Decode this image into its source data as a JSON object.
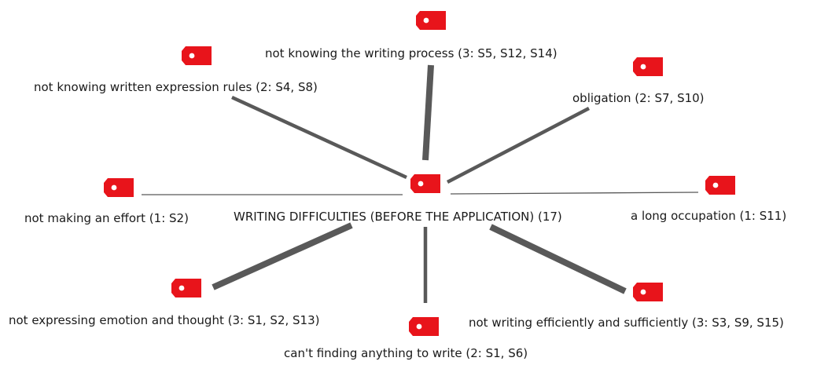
{
  "tag_color": "#e8141b",
  "line_color": "#595959",
  "tag_icon": "tag-icon",
  "center": {
    "label": "WRITING DIFFICULTIES (BEFORE THE APPLICATION) (17)"
  },
  "nodes": [
    {
      "id": "writing-process",
      "label": "not knowing the writing process (3: S5, S12, S14)",
      "count": 3
    },
    {
      "id": "written-expression-rules",
      "label": "not knowing written expression rules (2: S4, S8)",
      "count": 2
    },
    {
      "id": "obligation",
      "label": "obligation (2: S7, S10)",
      "count": 2
    },
    {
      "id": "making-effort",
      "label": "not making an effort (1: S2)",
      "count": 1
    },
    {
      "id": "long-occupation",
      "label": "a long occupation (1: S11)",
      "count": 1
    },
    {
      "id": "emotion-thought",
      "label": "not expressing emotion and thought (3: S1, S2, S13)",
      "count": 3
    },
    {
      "id": "writing-efficiently",
      "label": "not writing efficiently and sufficiently (3: S3, S9, S15)",
      "count": 3
    },
    {
      "id": "finding-anything",
      "label": "can't finding anything to write (2: S1, S6)",
      "count": 2
    }
  ]
}
